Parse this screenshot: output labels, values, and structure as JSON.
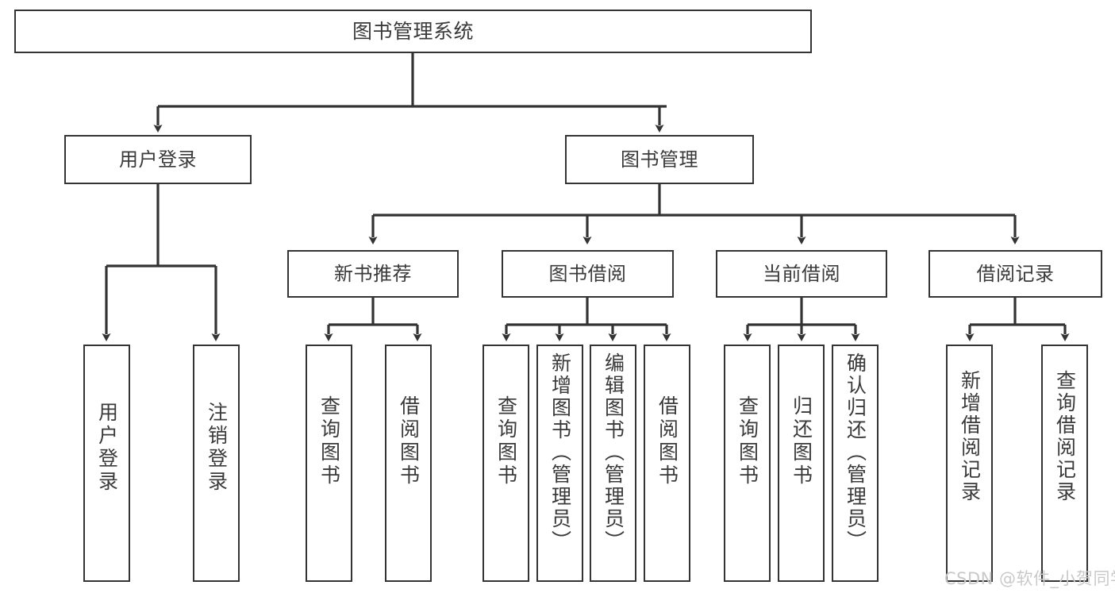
{
  "diagram": {
    "title": "图书管理系统",
    "type": "tree-hierarchy",
    "watermark": "CSDN @软件_小贺同学",
    "colors": {
      "box_border": "#343434",
      "box_fill": "#ffffff",
      "text": "#3a3a3a",
      "connector": "#333333",
      "watermark": "#c9c9c9",
      "background": "#ffffff"
    },
    "root": {
      "label": "图书管理系统"
    },
    "level2": [
      {
        "id": "user-login",
        "label": "用户登录"
      },
      {
        "id": "book-management",
        "label": "图书管理"
      }
    ],
    "level3": [
      {
        "id": "new-book-recommend",
        "label": "新书推荐",
        "parent": "book-management"
      },
      {
        "id": "book-borrow",
        "label": "图书借阅",
        "parent": "book-management"
      },
      {
        "id": "current-borrow",
        "label": "当前借阅",
        "parent": "book-management"
      },
      {
        "id": "borrow-record",
        "label": "借阅记录",
        "parent": "book-management"
      }
    ],
    "leaves": {
      "user-login": [
        {
          "id": "leaf-user-login",
          "label": "用户登录"
        },
        {
          "id": "leaf-user-logout",
          "label": "注销登录"
        }
      ],
      "new-book-recommend": [
        {
          "id": "leaf-query-book-1",
          "label": "查询图书"
        },
        {
          "id": "leaf-borrow-book-1",
          "label": "借阅图书"
        }
      ],
      "book-borrow": [
        {
          "id": "leaf-query-book-2",
          "label": "查询图书"
        },
        {
          "id": "leaf-add-book",
          "label": "新增图书（管理员）"
        },
        {
          "id": "leaf-edit-book",
          "label": "编辑图书（管理员）"
        },
        {
          "id": "leaf-borrow-book-2",
          "label": "借阅图书"
        }
      ],
      "current-borrow": [
        {
          "id": "leaf-query-book-3",
          "label": "查询图书"
        },
        {
          "id": "leaf-return-book",
          "label": "归还图书"
        },
        {
          "id": "leaf-confirm-return",
          "label": "确认归还（管理员）"
        }
      ],
      "borrow-record": [
        {
          "id": "leaf-add-record",
          "label": "新增借阅记录"
        },
        {
          "id": "leaf-query-record",
          "label": "查询借阅记录"
        }
      ]
    }
  }
}
